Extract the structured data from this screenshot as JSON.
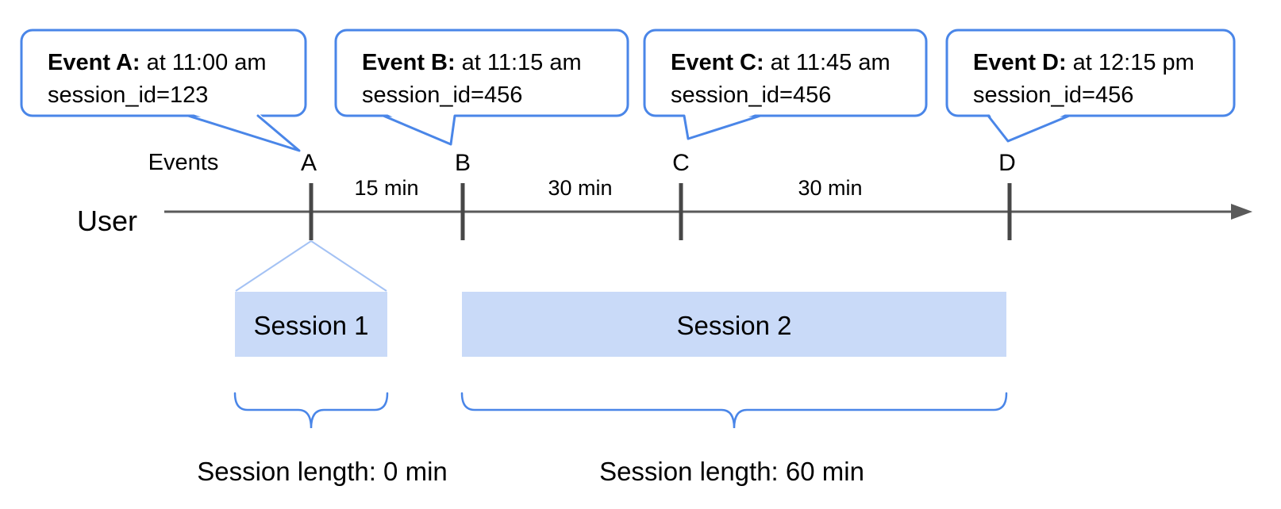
{
  "timeline": {
    "user_label": "User",
    "events_label": "Events",
    "intervals": [
      "15 min",
      "30 min",
      "30 min"
    ]
  },
  "events": [
    {
      "letter": "A",
      "bold": "Event A:",
      "time": "at 11:00 am",
      "line2": "session_id=123"
    },
    {
      "letter": "B",
      "bold": "Event B:",
      "time": "at 11:15 am",
      "line2": "session_id=456"
    },
    {
      "letter": "C",
      "bold": "Event C:",
      "time": "at 11:45 am",
      "line2": "session_id=456"
    },
    {
      "letter": "D",
      "bold": "Event D:",
      "time": "at 12:15 pm",
      "line2": "session_id=456"
    }
  ],
  "sessions": [
    {
      "name": "Session 1",
      "length": "Session length: 0 min"
    },
    {
      "name": "Session 2",
      "length": "Session length: 60 min"
    }
  ],
  "colors": {
    "bubble_border": "#4a86e8",
    "session_fill": "#c9daf8",
    "funnel_line": "#a4c2f4",
    "brace": "#4a86e8",
    "timeline": "#5a5a5a",
    "tick": "#474747",
    "text": "#000000"
  }
}
